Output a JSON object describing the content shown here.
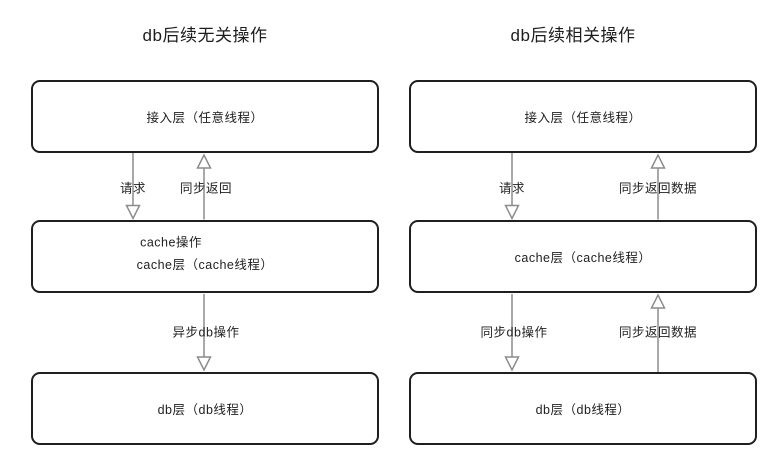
{
  "left": {
    "title": "db后续无关操作",
    "access_box": "接入层（任意线程）",
    "cache_box": "cache层（cache线程）",
    "db_box": "db层（db线程）",
    "request_label": "请求",
    "return_label": "同步返回",
    "cache_op_label": "cache操作",
    "db_op_label": "异步db操作"
  },
  "right": {
    "title": "db后续相关操作",
    "access_box": "接入层（任意线程）",
    "cache_box": "cache层（cache线程）",
    "db_box": "db层（db线程）",
    "request_label": "请求",
    "return_label": "同步返回数据",
    "db_op_label": "同步db操作",
    "db_return_label": "同步返回数据"
  },
  "colors": {
    "box_border": "#1f1f1f",
    "arrow_line": "#8c8c8c",
    "text": "#1f1f1f",
    "background": "#ffffff"
  }
}
